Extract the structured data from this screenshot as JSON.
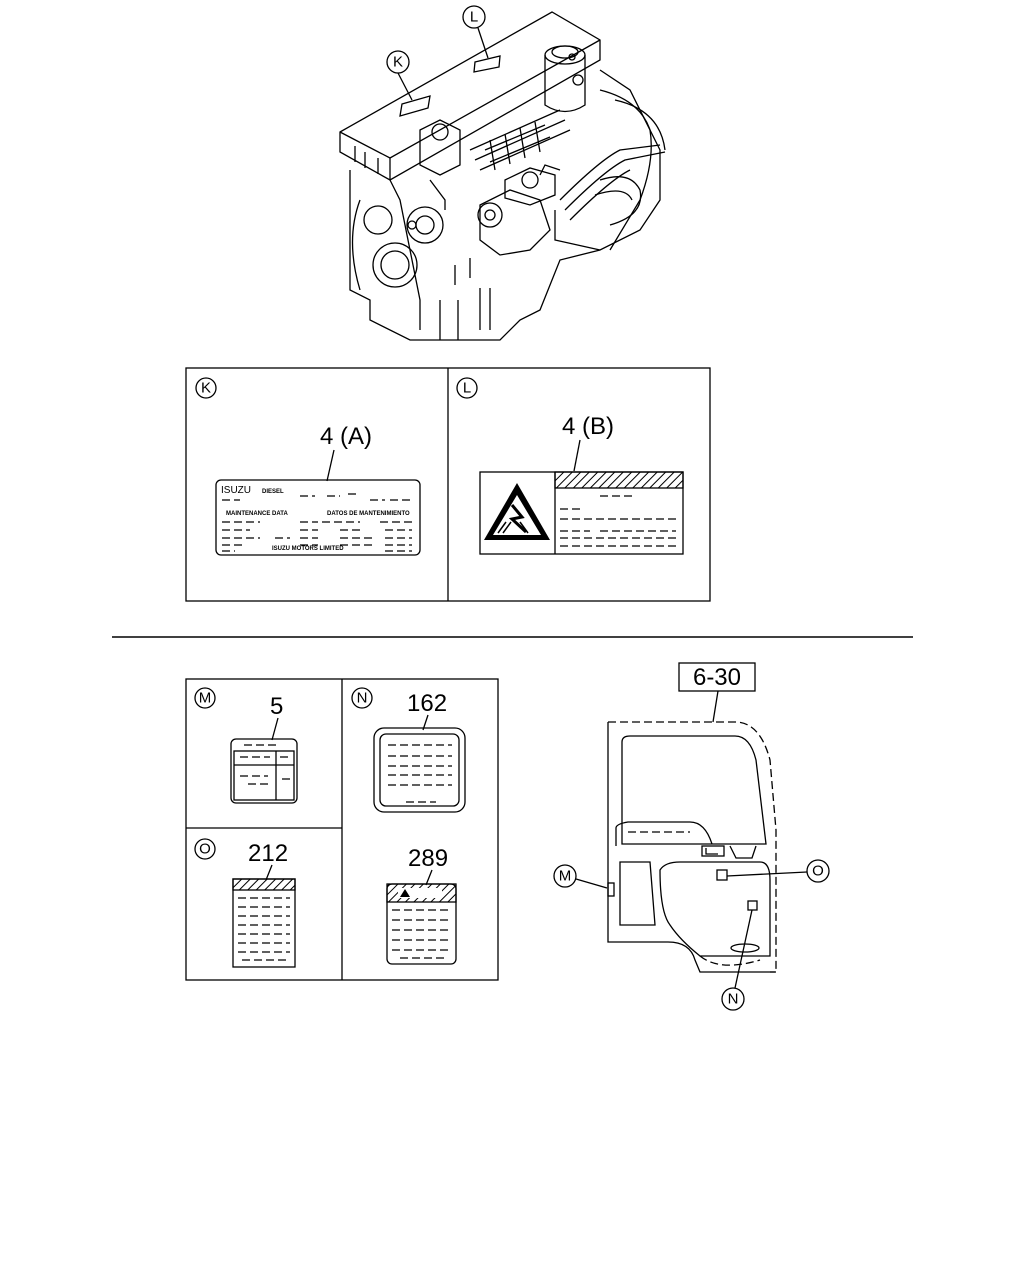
{
  "callouts": {
    "K": "K",
    "L": "L",
    "M": "M",
    "N": "N",
    "O": "O"
  },
  "panels": {
    "k": {
      "tag": "K",
      "ref": "4 (A)",
      "plate_brand": "ISUZU",
      "plate_sub": "DIESEL",
      "plate_left_heading": "MAINTENANCE DATA",
      "plate_right_heading": "DATOS DE MANTENIMIENTO",
      "plate_footer": "ISUZU MOTORS LIMITED"
    },
    "l": {
      "tag": "L",
      "ref": "4 (B)"
    },
    "m": {
      "tag": "M",
      "ref": "5"
    },
    "n": {
      "tag": "N",
      "ref": "162"
    },
    "o": {
      "tag": "O",
      "ref": "212"
    },
    "p": {
      "ref": "289"
    }
  },
  "door": {
    "figure_ref": "6-30",
    "callout_m": "M",
    "callout_n": "N",
    "callout_o": "O"
  },
  "colors": {
    "line": "#000000",
    "background": "#ffffff"
  }
}
